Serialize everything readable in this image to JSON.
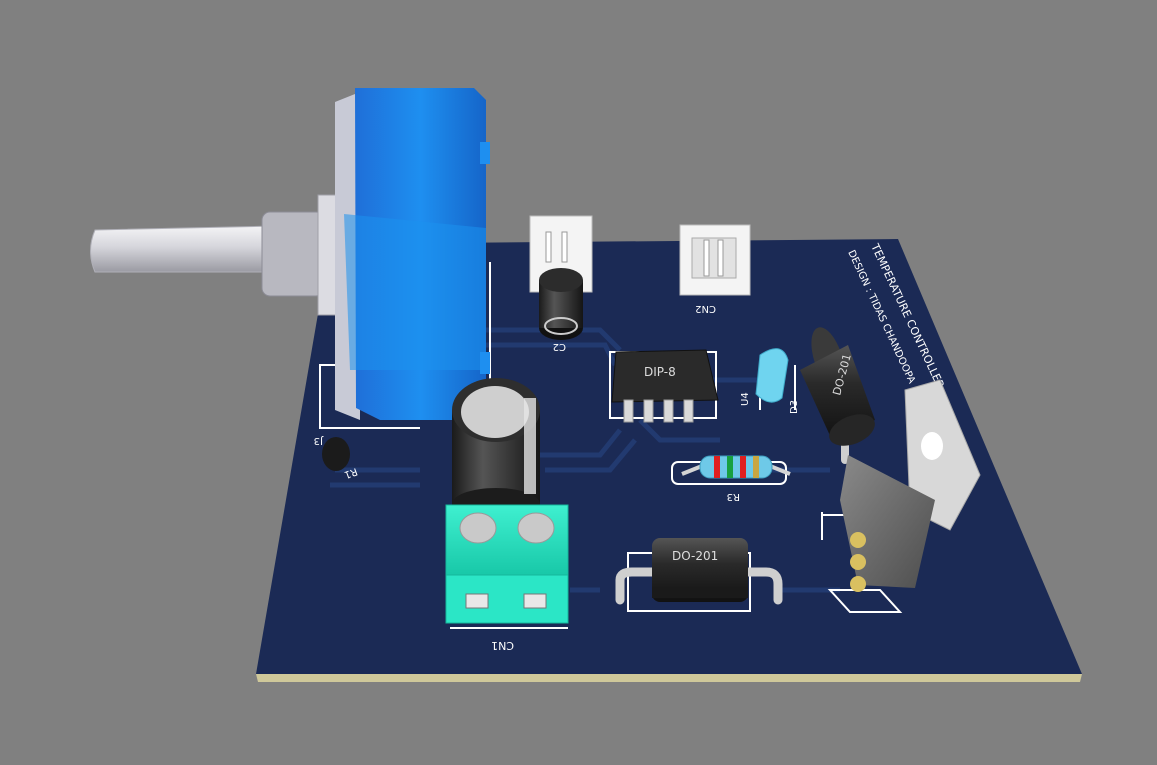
{
  "board": {
    "title": "TEMPERATURE CONTROLLER",
    "credit": "DESIGN : TIDAS CHANDOOPA",
    "colors": {
      "background": "#808080",
      "pcb": "#1b2a55",
      "silkscreen": "#ffffff",
      "pcb_edge": "#cfc89a"
    }
  },
  "components": {
    "ic_package": "DIP-8",
    "diode_package_1": "DO-201",
    "diode_package_2": "DO-201",
    "designators": {
      "cn1": "CN1",
      "cn2": "CN2",
      "c2": "C2",
      "u4": "U4",
      "d3": "D3",
      "r3": "R3",
      "r1": "R1",
      "j3": "J3"
    }
  }
}
